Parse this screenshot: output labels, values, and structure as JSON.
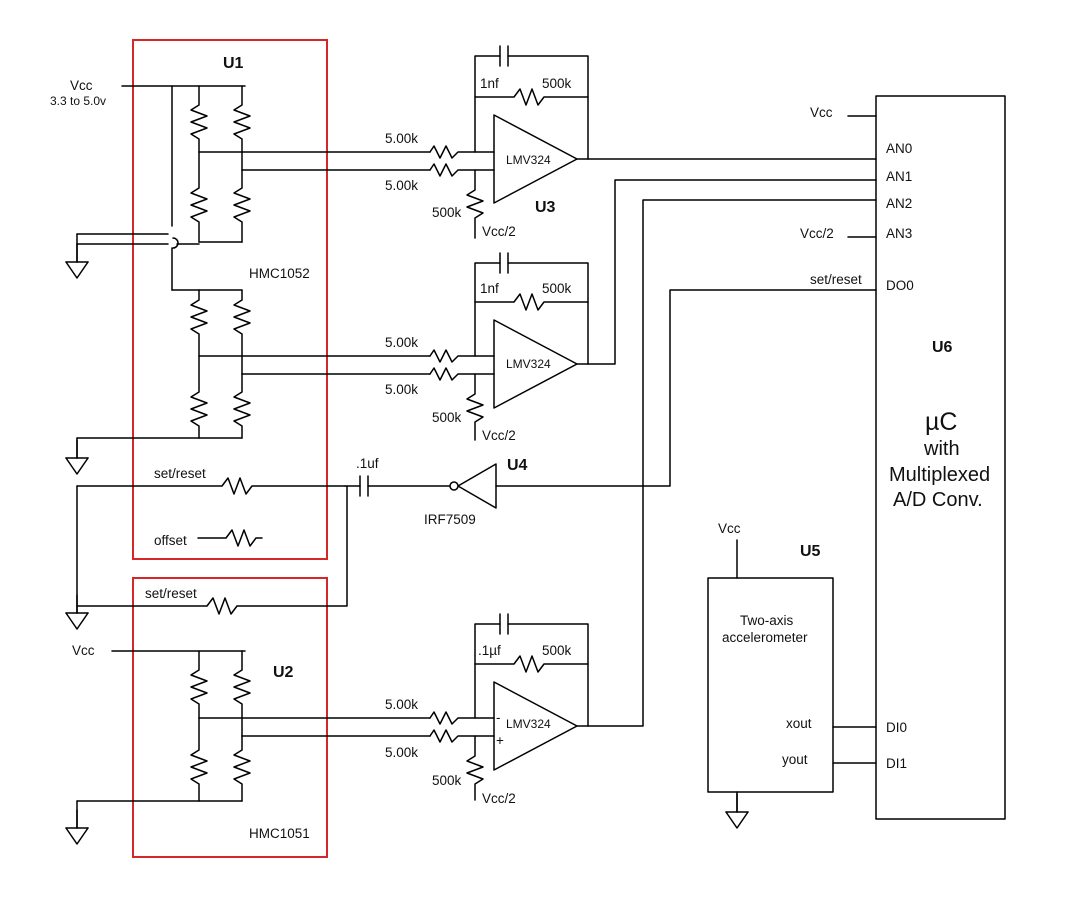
{
  "modules": {
    "u1": {
      "ref": "U1",
      "part": "HMC1052"
    },
    "u2": {
      "ref": "U2",
      "part": "HMC1051"
    },
    "u3": {
      "ref": "U3"
    },
    "u4": {
      "ref": "U4",
      "part": "IRF7509"
    },
    "u5": {
      "ref": "U5",
      "line1": "Two-axis",
      "line2": "accelerometer",
      "vcc": "Vcc",
      "xout": "xout",
      "yout": "yout"
    },
    "u6": {
      "ref": "U6",
      "mu": "µC",
      "line1": "with",
      "line2": "Multiplexed",
      "line3": "A/D Conv.",
      "vcc": "Vcc",
      "vcc_half": "Vcc/2",
      "set_reset": "set/reset"
    }
  },
  "supply": {
    "vcc": "Vcc",
    "vcc_range": "3.3 to 5.0v",
    "vcc_u2": "Vcc"
  },
  "pins": {
    "an0": "AN0",
    "an1": "AN1",
    "an2": "AN2",
    "an3": "AN3",
    "do0": "DO0",
    "di0": "DI0",
    "di1": "DI1"
  },
  "labels": {
    "set_reset_u1": "set/reset",
    "offset": "offset",
    "set_reset_u2": "set/reset",
    "cap_01uf": ".1uf"
  },
  "amp1": {
    "name": "LMV324",
    "cap": "1nf",
    "rf": "500k",
    "rin_top": "5.00k",
    "rin_bot": "5.00k",
    "rbias": "500k",
    "vref": "Vcc/2"
  },
  "amp2": {
    "name": "LMV324",
    "cap": "1nf",
    "rf": "500k",
    "rin_top": "5.00k",
    "rin_bot": "5.00k",
    "rbias": "500k",
    "vref": "Vcc/2"
  },
  "amp3": {
    "name": "LMV324",
    "cap": ".1µf",
    "rf": "500k",
    "rin_top": "5.00k",
    "rin_bot": "5.00k",
    "rbias": "500k",
    "vref": "Vcc/2",
    "minus": "-",
    "plus": "+"
  }
}
